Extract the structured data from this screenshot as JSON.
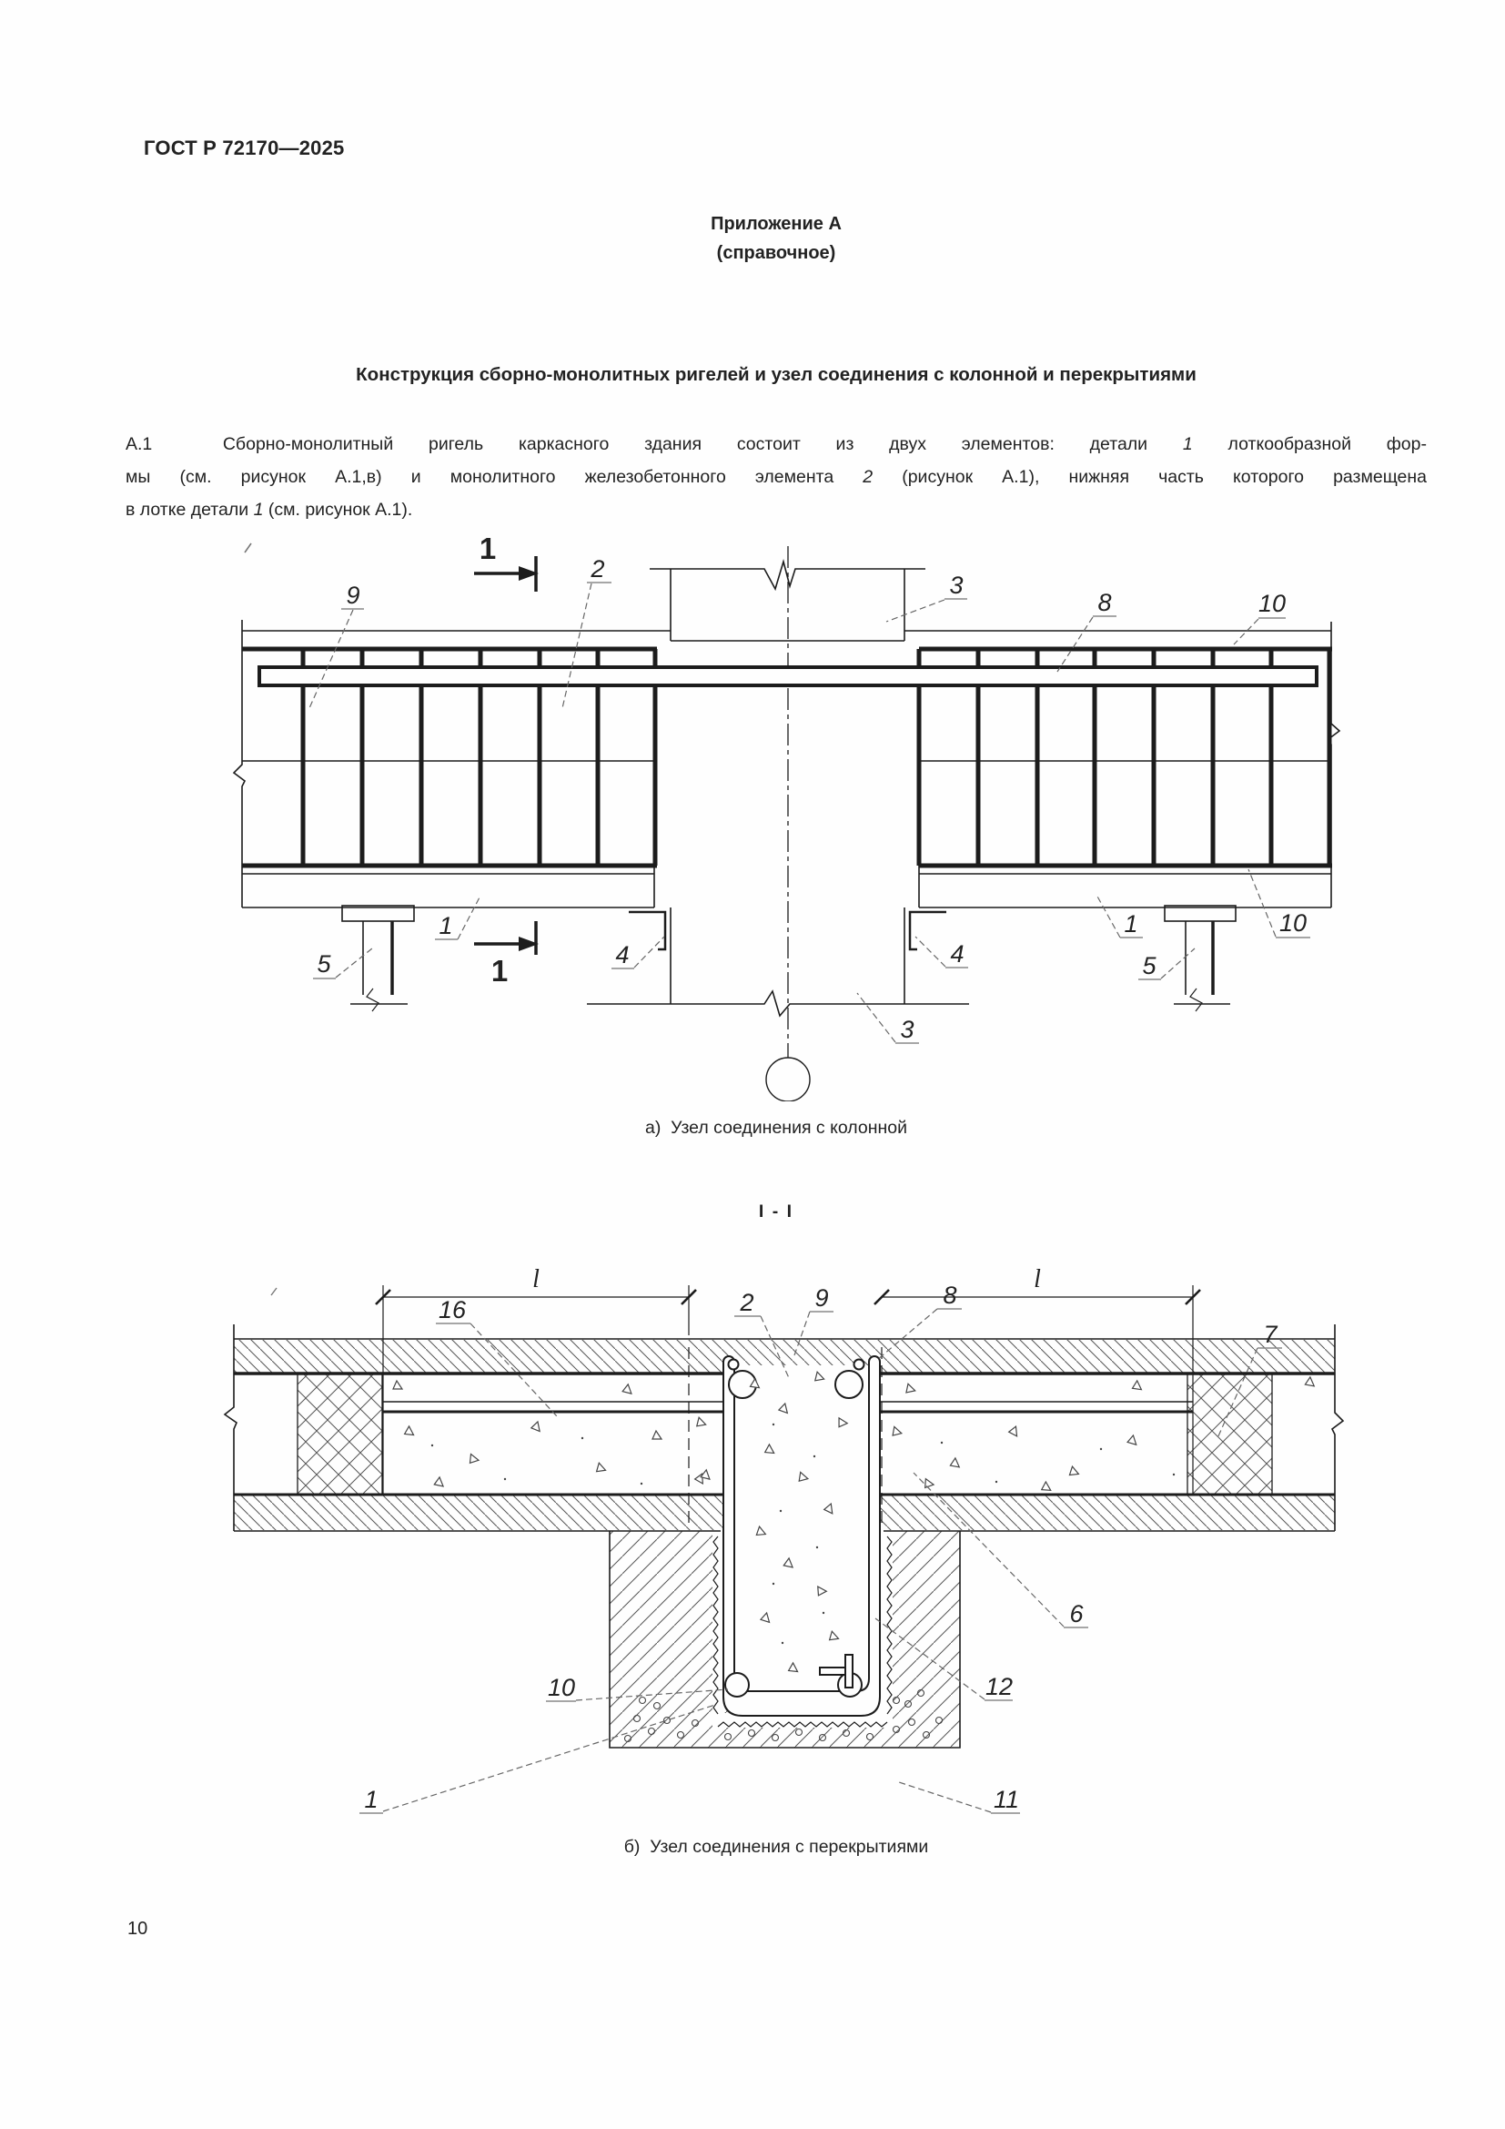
{
  "page": {
    "standard": "ГОСТ Р 72170—2025",
    "number": "10"
  },
  "appendix": {
    "label": "Приложение А",
    "note": "(справочное)"
  },
  "title": "Конструкция сборно-монолитных ригелей и узел соединения с колонной и перекрытиями",
  "paragraph": {
    "l1a": "А.1  Сборно-монолитный ригель каркасного здания состоит из двух элементов: детали ",
    "l1b": "1",
    "l1c": " лоткообразной фор-",
    "l2a": "мы (см. рисунок А.1,в) и монолитного железобетонного элемента ",
    "l2b": "2",
    "l2c": " (рисунок А.1), нижняя часть которого размещена",
    "l3a": "в лотке детали ",
    "l3b": "1",
    "l3c": " (см. рисунок А.1)."
  },
  "figure_a": {
    "caption_letter": "а)",
    "caption": "Узел соединения с колонной",
    "section_mark": "1",
    "labels": {
      "pos1": "1",
      "pos2": "2",
      "pos3": "3",
      "pos4": "4",
      "pos5": "5",
      "pos8": "8",
      "pos9": "9",
      "pos10": "10"
    }
  },
  "section_title": "I - I",
  "figure_b": {
    "caption_letter": "б)",
    "caption": "Узел соединения с перекрытиями",
    "dim": "l",
    "labels": {
      "pos1": "1",
      "pos2": "2",
      "pos6": "6",
      "pos7": "7",
      "pos8": "8",
      "pos9": "9",
      "pos10": "10",
      "pos11": "11",
      "pos12": "12",
      "pos16": "16"
    }
  }
}
